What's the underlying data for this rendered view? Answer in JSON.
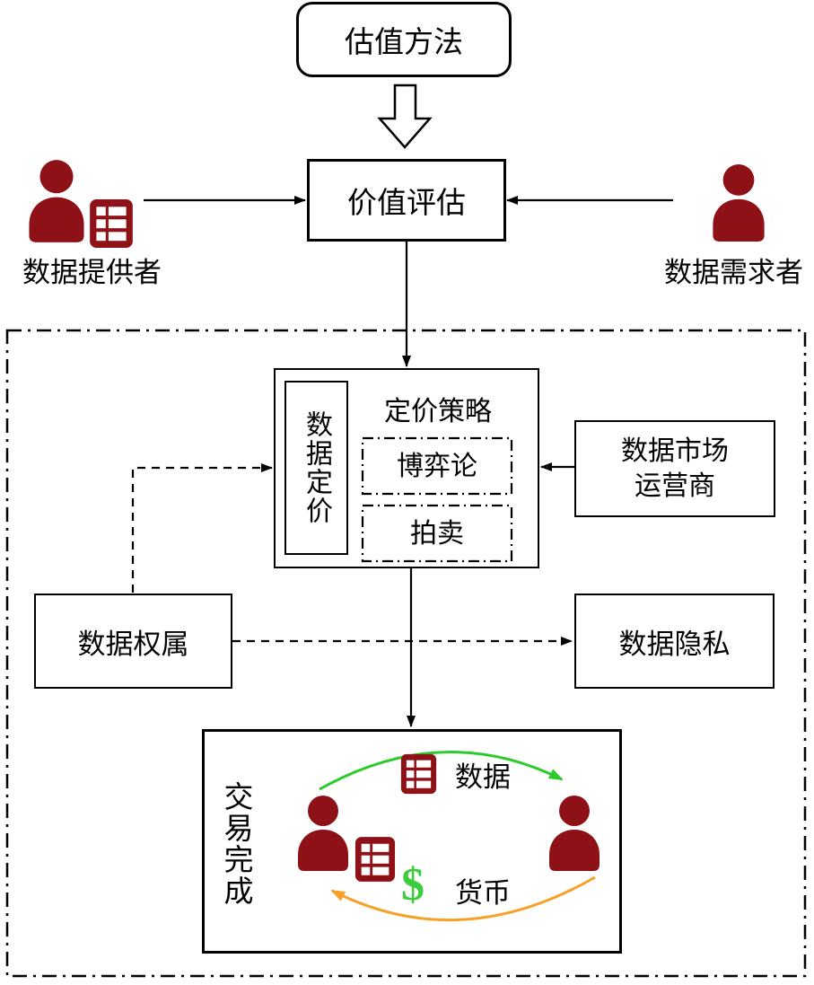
{
  "top": {
    "method_box_label": "估值方法"
  },
  "assessment": {
    "label": "价值评估"
  },
  "provider": {
    "label": "数据提供者"
  },
  "consumer": {
    "label": "数据需求者"
  },
  "pricing": {
    "side_label": "数据定价",
    "title": "定价策略",
    "methods": [
      {
        "label": "博弈论"
      },
      {
        "label": "拍卖"
      }
    ]
  },
  "operator": {
    "line1": "数据市场",
    "line2": "运营商"
  },
  "ownership": {
    "label": "数据权属"
  },
  "privacy": {
    "label": "数据隐私"
  },
  "transaction": {
    "label": "交易完成",
    "data_flow_label": "数据",
    "currency_flow_label": "货币",
    "dollar_sign": "$"
  },
  "colors": {
    "person_red": "#8e1117",
    "flow_green": "#2bcb2b",
    "flow_orange": "#f7a128",
    "line_black": "#000000"
  }
}
